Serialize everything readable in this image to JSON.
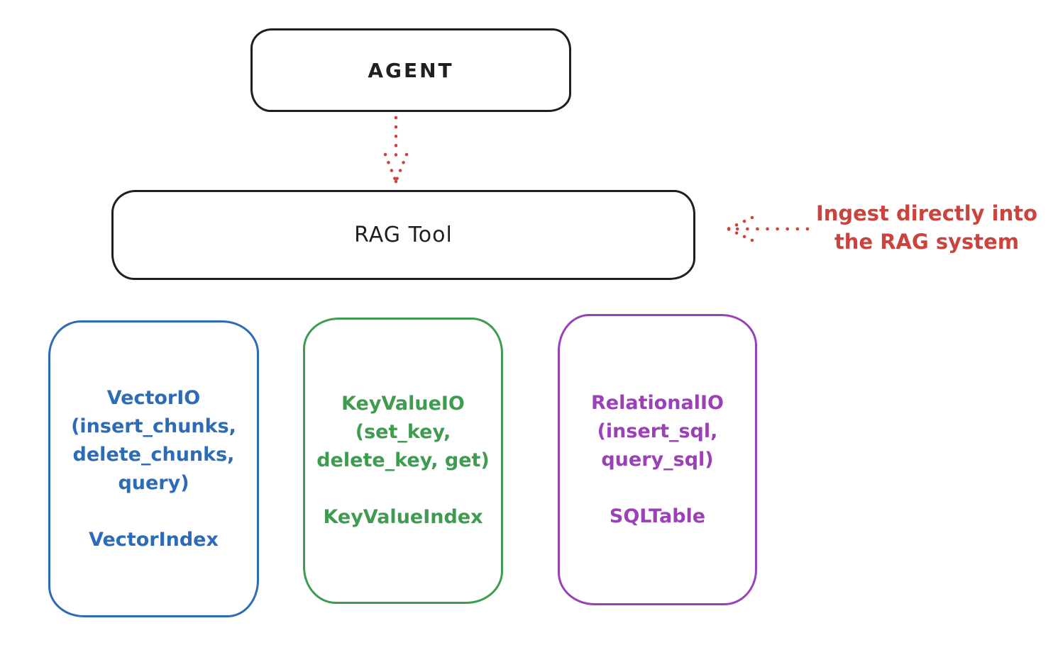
{
  "diagram": {
    "agent_box": {
      "label": "AGENT"
    },
    "rag_box": {
      "label": "RAG Tool"
    },
    "annotation": {
      "text": "Ingest directly into\nthe RAG system"
    },
    "io_boxes": [
      {
        "name": "VectorIO",
        "body": "VectorIO\n(insert_chunks,\ndelete_chunks,\nquery)",
        "index_label": "VectorIndex",
        "color": "#2d6cb5"
      },
      {
        "name": "KeyValueIO",
        "body": "KeyValueIO\n(set_key,\ndelete_key, get)",
        "index_label": "KeyValueIndex",
        "color": "#3f9b50"
      },
      {
        "name": "RelationalIO",
        "body": "RelationalIO\n(insert_sql,\nquery_sql)",
        "index_label": "SQLTable",
        "color": "#9a41b5"
      }
    ],
    "colors": {
      "box_stroke": "#1f1f1f",
      "arrow_red": "#cc433d",
      "vector_blue": "#2d6cb5",
      "keyvalue_green": "#3f9b50",
      "relational_purple": "#9a41b5",
      "background": "#ffffff"
    }
  }
}
